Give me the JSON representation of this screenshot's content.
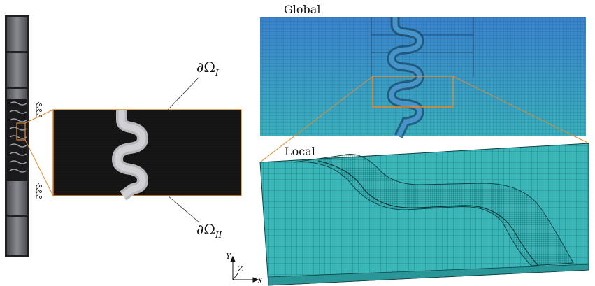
{
  "panels": {
    "global": {
      "label": "Global"
    },
    "local": {
      "label": "Local"
    }
  },
  "boundaries": {
    "top": {
      "symbol": "∂Ω",
      "subscript": "I"
    },
    "bottom": {
      "symbol": "∂Ω",
      "subscript": "II"
    }
  },
  "axes": {
    "y": "Y",
    "z": "Z",
    "x": "X"
  },
  "colors": {
    "highlight": "#e08a2c",
    "global_mesh_top": "#3a8fd1",
    "global_mesh_bottom": "#3aa8b8",
    "local_mesh": "#3bb6b8",
    "photo_background": "#141414",
    "specimen": "#6a6a70"
  },
  "icons": [
    "clamp-icon"
  ]
}
